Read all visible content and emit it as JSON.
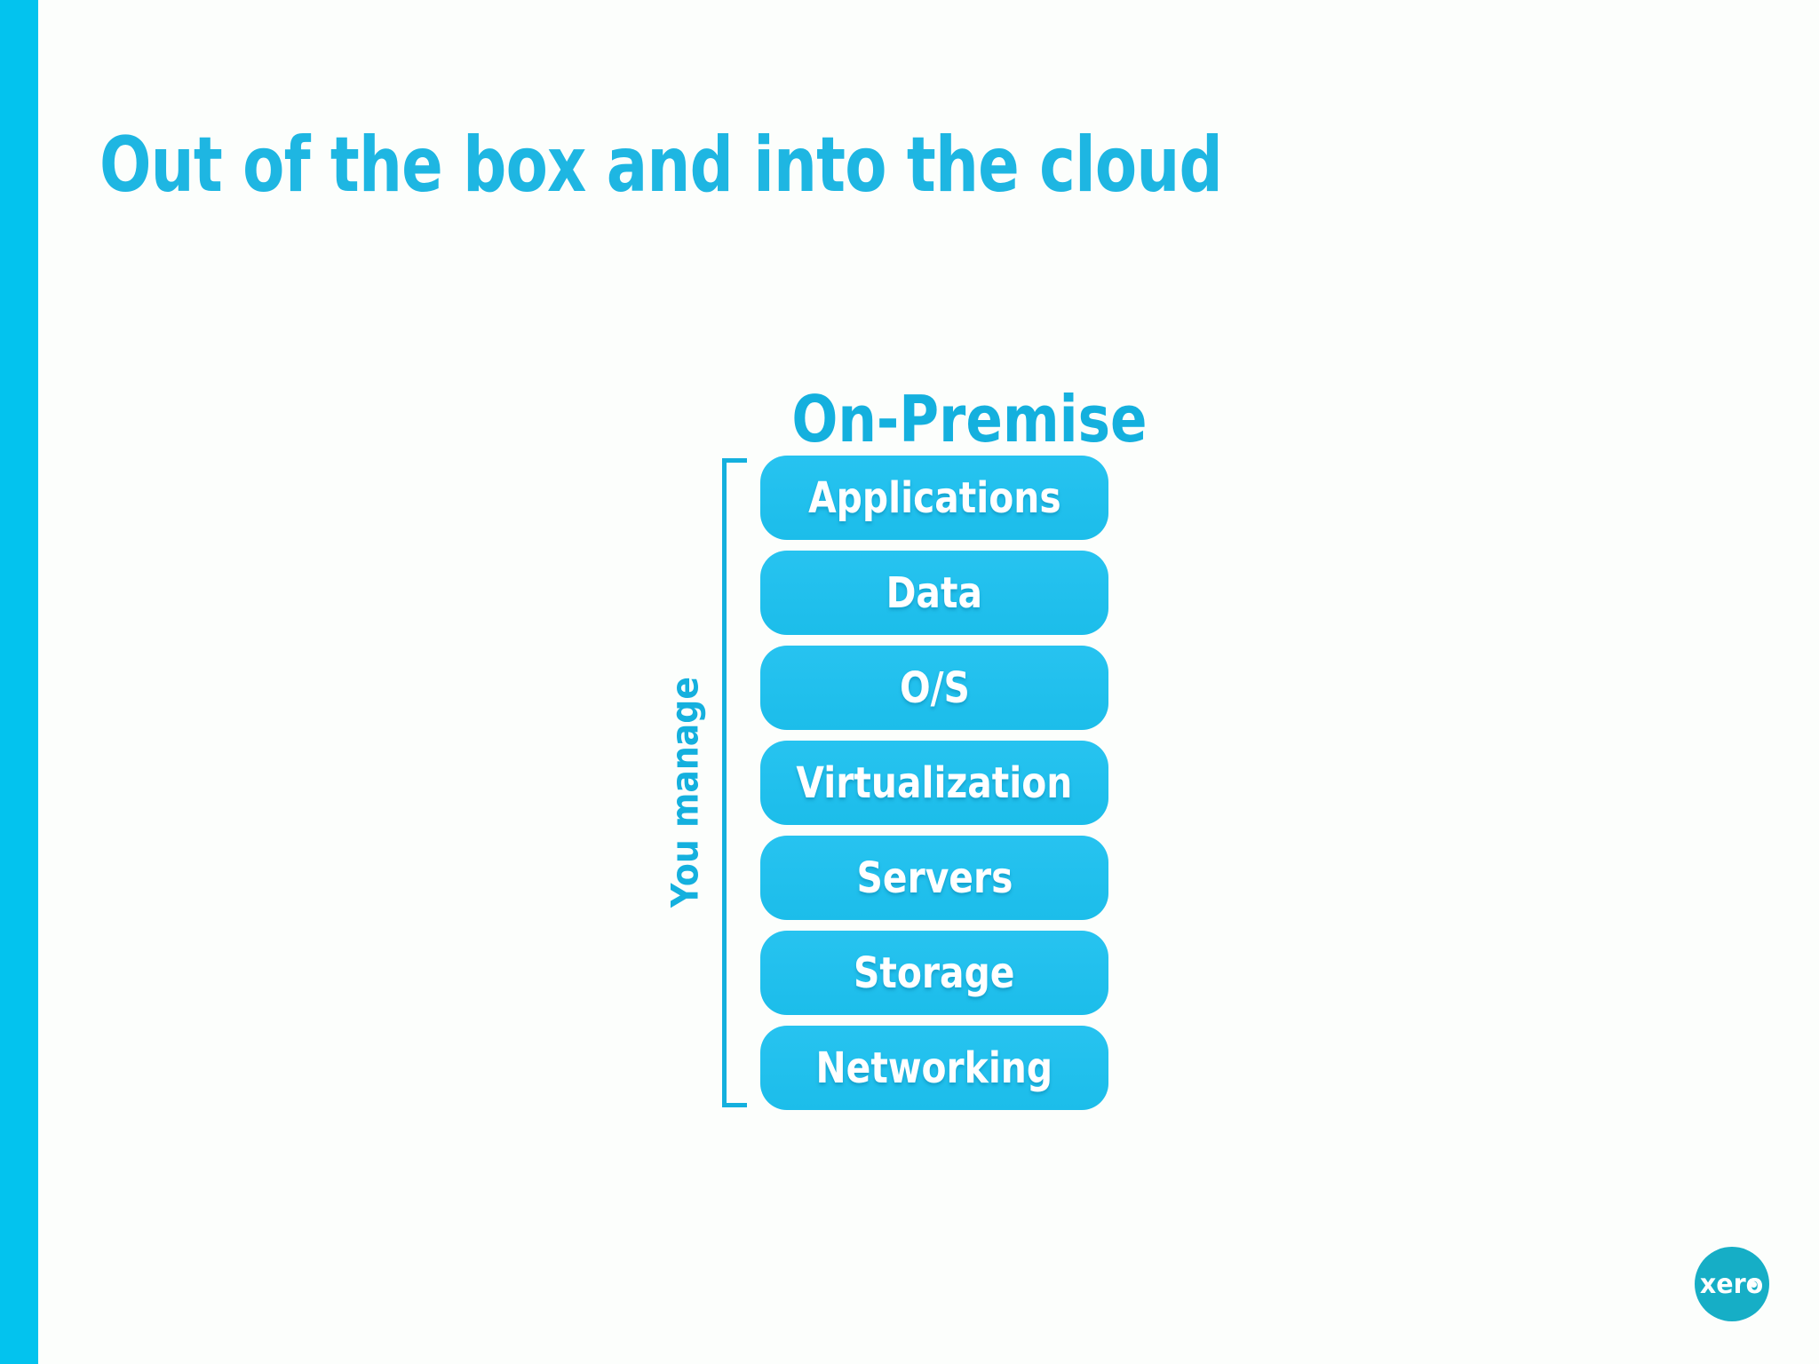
{
  "slide": {
    "title": "Out of the box and into the cloud",
    "diagram": {
      "heading": "On-Premise",
      "bracket_label": "You manage",
      "layers": [
        "Applications",
        "Data",
        "O/S",
        "Virtualization",
        "Servers",
        "Storage",
        "Networking"
      ]
    },
    "logo_text": "xero",
    "colors": {
      "accent_bar": "#03C3EE",
      "title_text": "#1EB6E2",
      "diagram_accent": "#14B0DE",
      "box_fill": "#27C3F0",
      "box_text": "#FFFFFF",
      "logo_background": "#16AEC6",
      "slide_background": "#FCFEFC"
    }
  }
}
